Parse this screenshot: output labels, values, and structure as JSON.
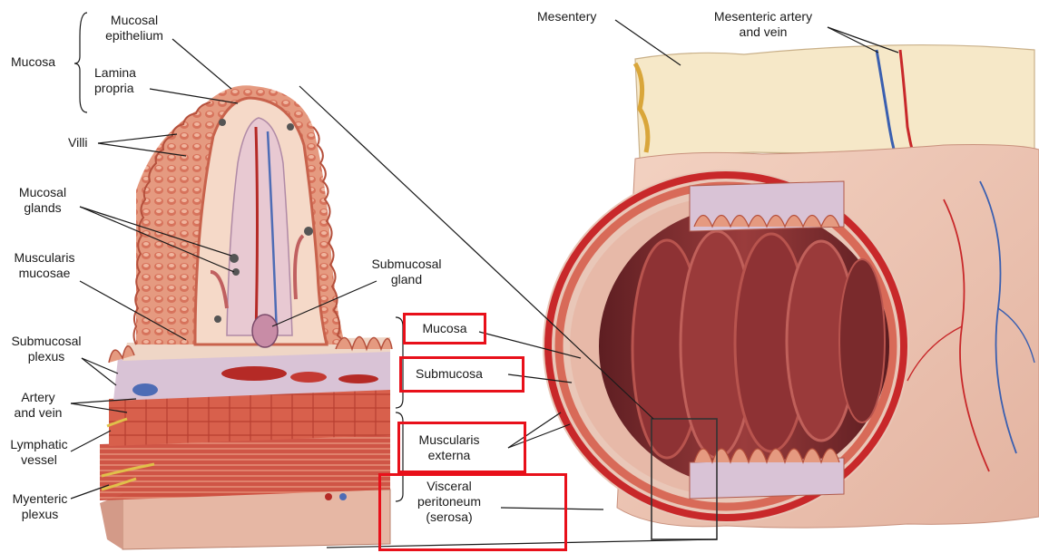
{
  "labels": {
    "mucosa": "Mucosa",
    "mucosal_epithelium": [
      "Mucosal",
      "epithelium"
    ],
    "lamina_propria": [
      "Lamina",
      "propria"
    ],
    "villi": "Villi",
    "mucosal_glands": [
      "Mucosal",
      "glands"
    ],
    "muscularis_mucosae": [
      "Muscularis",
      "mucosae"
    ],
    "submucosal_gland": [
      "Submucosal",
      "gland"
    ],
    "submucosal_plexus": [
      "Submucosal",
      "plexus"
    ],
    "artery_and_vein": [
      "Artery",
      "and vein"
    ],
    "lymphatic_vessel": [
      "Lymphatic",
      "vessel"
    ],
    "myenteric_plexus": [
      "Myenteric",
      "plexus"
    ],
    "mesentery": "Mesentery",
    "mesenteric_artery_and_vein": [
      "Mesenteric artery",
      "and vein"
    ]
  },
  "layer_boxes": {
    "mucosa": "Mucosa",
    "submucosa": "Submucosa",
    "muscularis_externa": [
      "Muscularis",
      "externa"
    ],
    "visceral_peritoneum": [
      "Visceral",
      "peritoneum",
      "(serosa)"
    ]
  },
  "colors": {
    "highlight_box": "#e8101a",
    "tissue_pink": "#e9a08a",
    "muscle_red": "#c9483a",
    "submucosa_lilac": "#d9c3d6",
    "lumen_dark": "#7a2a2c",
    "mesentery_cream": "#f6e8c8",
    "artery_red": "#c8282a",
    "vein_blue": "#3a5fb0"
  }
}
